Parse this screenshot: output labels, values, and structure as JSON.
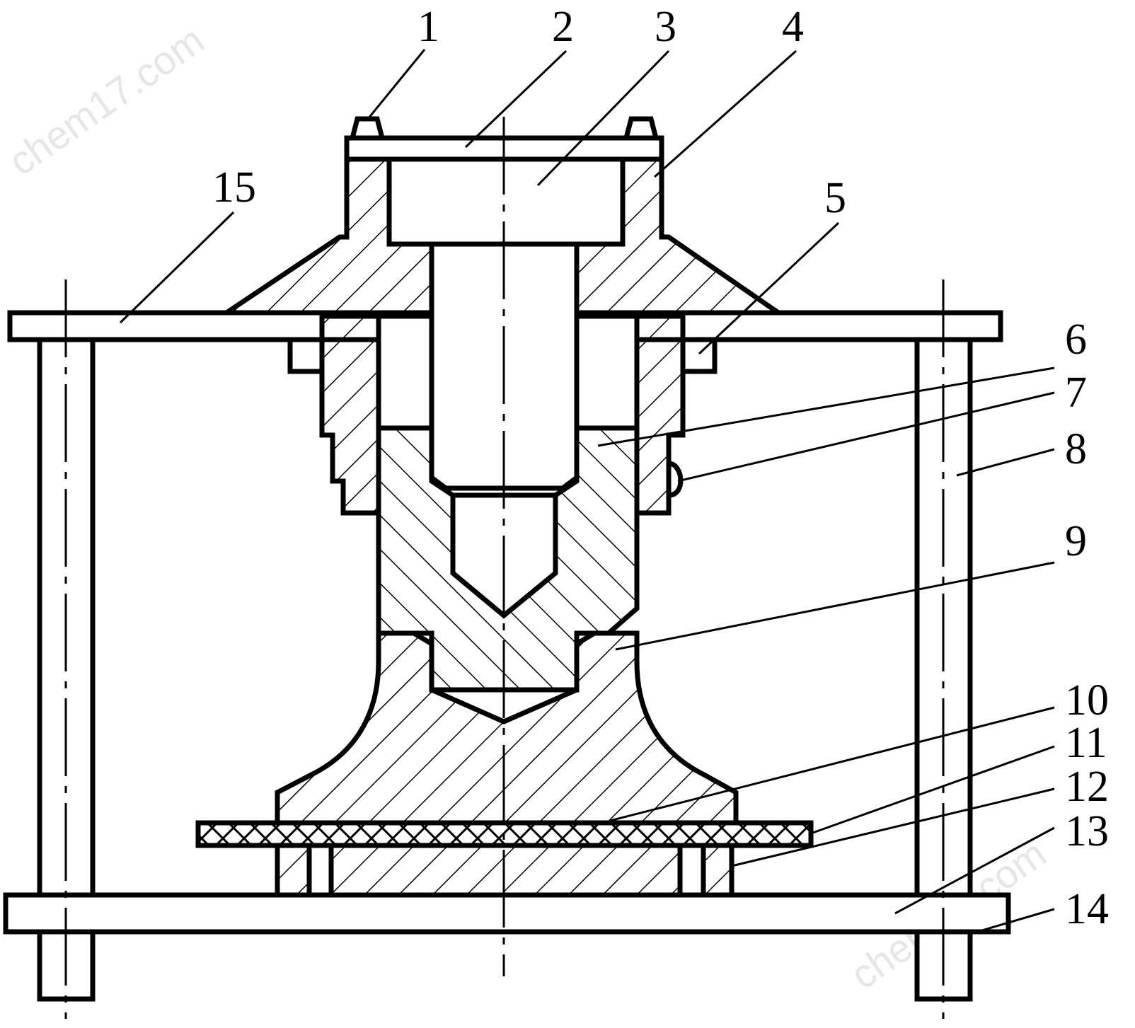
{
  "watermark": "chem17.com",
  "callouts": [
    {
      "id": "1",
      "label": "1"
    },
    {
      "id": "2",
      "label": "2"
    },
    {
      "id": "3",
      "label": "3"
    },
    {
      "id": "4",
      "label": "4"
    },
    {
      "id": "5",
      "label": "5"
    },
    {
      "id": "6",
      "label": "6"
    },
    {
      "id": "7",
      "label": "7"
    },
    {
      "id": "8",
      "label": "8"
    },
    {
      "id": "9",
      "label": "9"
    },
    {
      "id": "10",
      "label": "10"
    },
    {
      "id": "11",
      "label": "11"
    },
    {
      "id": "12",
      "label": "12"
    },
    {
      "id": "13",
      "label": "13"
    },
    {
      "id": "14",
      "label": "14"
    },
    {
      "id": "15",
      "label": "15"
    }
  ]
}
